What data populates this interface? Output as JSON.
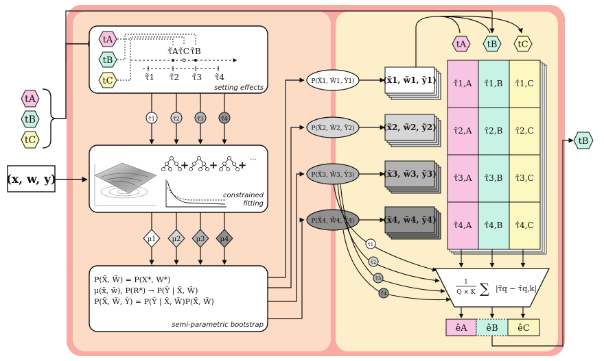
{
  "inputs": {
    "xwy": "(x, w, y)"
  },
  "settings": {
    "a": "tA",
    "b": "tB",
    "c": "tC"
  },
  "setting_effects": {
    "caption": "setting effects",
    "marks_top": [
      "τ̃A",
      "τ̃C",
      "τ̃B"
    ],
    "marks_bottom": [
      "τ̃1",
      "τ̃2",
      "τ̃3",
      "τ̃4"
    ]
  },
  "tau_nodes": [
    "τ̃1",
    "τ̃2",
    "τ̃3",
    "τ̃4"
  ],
  "fitting": {
    "caption_line1": "constrained",
    "caption_line2": "fitting",
    "ellipsis": "···"
  },
  "mu_nodes": [
    "μ1",
    "μ2",
    "μ3",
    "μ4"
  ],
  "bootstrap": {
    "line1": "P(X̃, W̃) = P(X*, W*)",
    "line2": "μ(x̃, w̃), P(R*) → P(Ỹ | X̃, W̃)",
    "line3": "P(X̃, W̃, Ỹ) = P(Ỹ | X̃, W̃)P(X̃, W̃)",
    "caption": "semi-parametric bootstrap"
  },
  "distributions": [
    "P(X̃1, W̃1, Ỹ1)",
    "P(X̃2, W̃2, Ỹ2)",
    "P(X̃3, W̃3, Ỹ3)",
    "P(X̃4, W̃4, Ỹ4)"
  ],
  "samples": [
    "(x̃1, w̃1, ỹ1)",
    "(x̃2, w̃2, ỹ2)",
    "(x̃3, w̃3, ỹ3)",
    "(x̃4, w̃4, ỹ4)"
  ],
  "grid": {
    "headers": [
      "tA",
      "tB",
      "tC"
    ],
    "cells": [
      [
        "τ̂1,A",
        "τ̂1,B",
        "τ̂1,C"
      ],
      [
        "τ̂2,A",
        "τ̂2,B",
        "τ̂2,C"
      ],
      [
        "τ̂3,A",
        "τ̂3,B",
        "τ̂3,C"
      ],
      [
        "τ̂4,A",
        "τ̂4,B",
        "τ̂4,C"
      ]
    ]
  },
  "tau_side": [
    "τ̃1",
    "τ̃2",
    "τ̃3",
    "τ̃4"
  ],
  "error_formula": {
    "frac_num": "1",
    "frac_den": "Q × K",
    "sum": "∑",
    "body": "|τ̃q − τ̂q,k|"
  },
  "errors": [
    "êA",
    "êB",
    "êC"
  ],
  "output_setting": "tB",
  "colors": {
    "outer": "#f9aaa3",
    "left_panel": "#fddcc6",
    "right_panel": "#fdefc9",
    "pink": "#f9c3e4",
    "green": "#c7f3e4",
    "yellow": "#fcf8bf",
    "gray1": "#ffffff",
    "gray2": "#d6d6d6",
    "gray3": "#b3b3b3",
    "gray4": "#909090"
  }
}
